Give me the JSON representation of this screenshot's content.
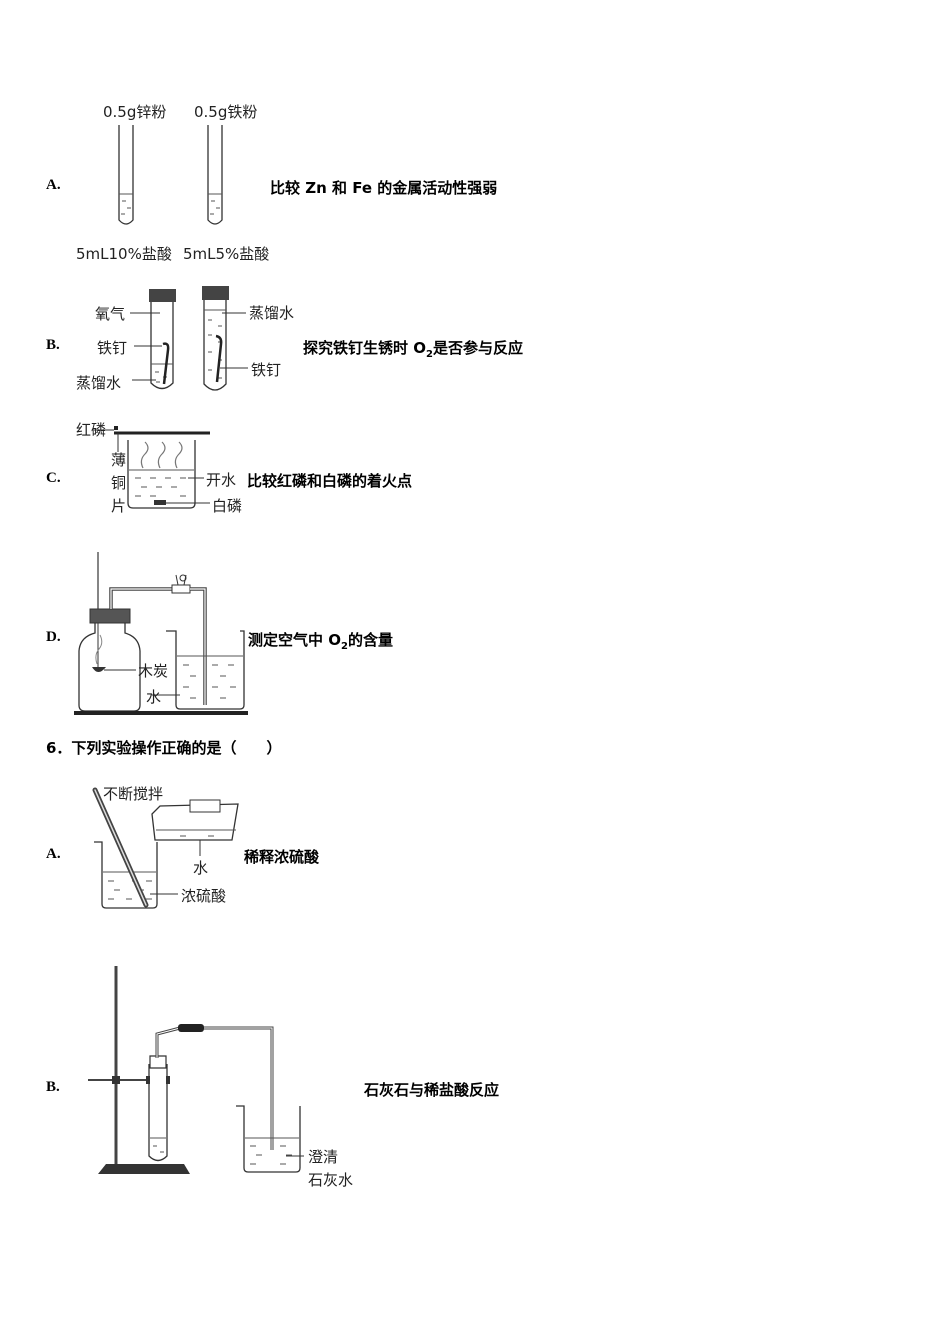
{
  "q5": {
    "A": {
      "letter": "A.",
      "tube1_top": "0.5g锌粉",
      "tube2_top": "0.5g铁粉",
      "tube1_bottom": "5mL10%盐酸",
      "tube2_bottom": "5mL5%盐酸",
      "desc": "比较 Zn 和 Fe 的金属活动性强弱"
    },
    "B": {
      "letter": "B.",
      "oxygen": "氧气",
      "nail_left": "铁钉",
      "water_left": "蒸馏水",
      "water_right": "蒸馏水",
      "nail_right": "铁钉",
      "desc_pre": "探究铁钉生锈时 O",
      "desc_sub": "2",
      "desc_post": "是否参与反应"
    },
    "C": {
      "letter": "C.",
      "red_p": "红磷",
      "plate_1": "薄",
      "plate_2": "铜",
      "plate_3": "片",
      "hot_water": "开水",
      "white_p": "白磷",
      "desc": "比较红磷和白磷的着火点"
    },
    "D": {
      "letter": "D.",
      "charcoal": "木炭",
      "water": "水",
      "desc_pre": "测定空气中 O",
      "desc_sub": "2",
      "desc_post": "的含量"
    }
  },
  "q6": {
    "stem": "6．下列实验操作正确的是（　　）",
    "A": {
      "letter": "A.",
      "stir": "不断搅拌",
      "water": "水",
      "acid": "浓硫酸",
      "desc": "稀释浓硫酸"
    },
    "B": {
      "letter": "B.",
      "limewater_1": "澄清",
      "limewater_2": "石灰水",
      "desc": "石灰石与稀盐酸反应"
    }
  }
}
